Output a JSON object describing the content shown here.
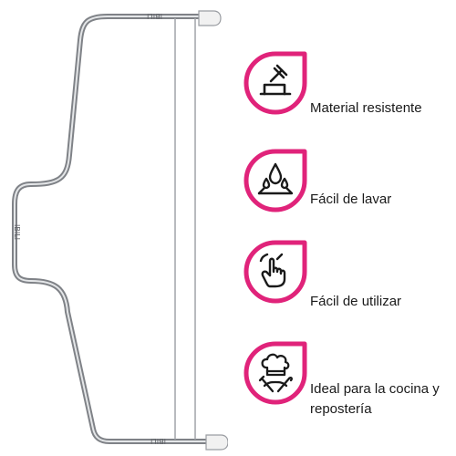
{
  "product": {
    "brand_marks": [
      "IBILI",
      "IBILI",
      "IBILI"
    ],
    "colors": {
      "wire_frame": "#8a8d92",
      "wire_highlight": "#e6e8ea",
      "blade": "#a7aaae",
      "tip": "#f1f1f1"
    }
  },
  "features": [
    {
      "icon": "hammer-anvil-icon",
      "label": "Material resistente"
    },
    {
      "icon": "water-drops-icon",
      "label": "Fácil de lavar"
    },
    {
      "icon": "hand-gesture-icon",
      "label": "Fácil de utilizar"
    },
    {
      "icon": "chef-hat-utensils-icon",
      "label": "Ideal para la cocina y repostería",
      "label_line1": "Ideal para la cocina y",
      "label_line2": "repostería"
    }
  ],
  "colors": {
    "badge_border": "#e0237a",
    "icon_stroke": "#1a1a1a",
    "text": "#1a1a1a"
  }
}
